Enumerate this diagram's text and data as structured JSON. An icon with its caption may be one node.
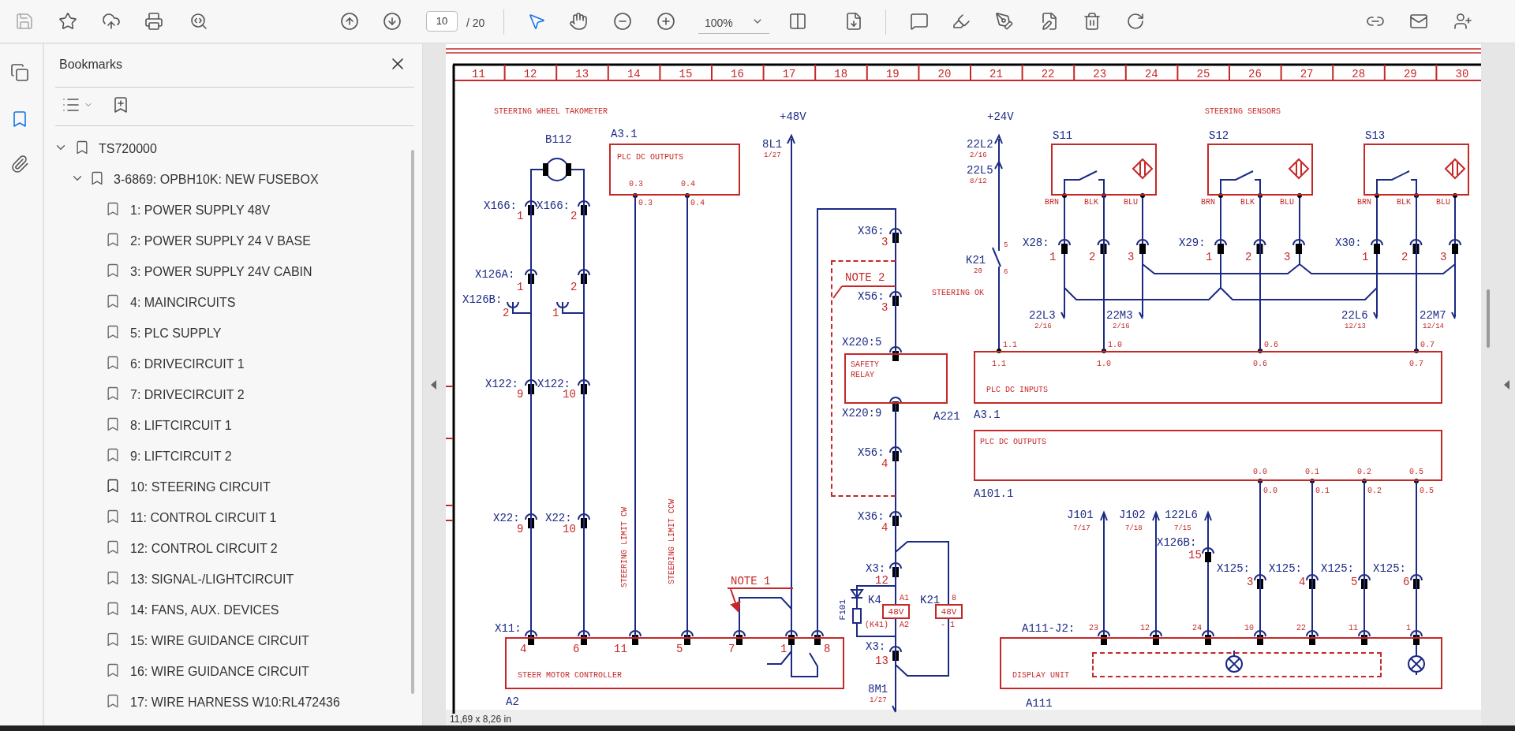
{
  "diagram": {
    "nodes": [
      {
        "text": [
          "A3.1",
          "PLC DC OUTPUTS"
        ]
      },
      {
        "text": [
          "B112"
        ]
      },
      {
        "text": [
          "S11"
        ]
      },
      {
        "text": [
          "S12"
        ]
      },
      {
        "text": [
          "S13"
        ]
      },
      {
        "text": [
          "NOTE 2"
        ]
      },
      {
        "text": [
          "SAFETY RELAY"
        ],
        "beside": [
          "A221"
        ]
      },
      {
        "text": [
          "PLC DC INPUTS"
        ],
        "beside": [
          "A3.1"
        ]
      },
      {
        "text": [
          "PLC DC OUTPUTS"
        ],
        "beside": [
          "A101.1"
        ]
      },
      {
        "text": [
          "48V"
        ],
        "beside": [
          "K4",
          "A1",
          "A2",
          "(K41)"
        ]
      },
      {
        "text": [
          "48V"
        ],
        "beside": [
          "K21",
          "8",
          "- 1"
        ]
      },
      {
        "text": [
          "STEER MOTOR CONTROLLER"
        ],
        "beside": [
          "A2"
        ]
      },
      {
        "text": [
          "DISPLAY UNIT"
        ],
        "beside": [
          "A111"
        ]
      },
      {
        "text": [],
        "shape": "box",
        "in": 12
      },
      {
        "text": [
          "NOTE 1"
        ]
      }
    ],
    "edges": [
      {
        "from": 1,
        "to": 11,
        "arrow": "none"
      },
      {
        "from": 1,
        "to": 11,
        "arrow": "none"
      },
      {
        "from": 0,
        "to": 11,
        "arrow": "none"
      },
      {
        "from": 0,
        "to": 11,
        "arrow": "none"
      },
      {
        "from": 11,
        "to": 6,
        "arrow": "none"
      },
      {
        "from": 6,
        "to": 9,
        "arrow": "none"
      },
      {
        "from": 2,
        "to": 7,
        "arrow": "none"
      },
      {
        "from": 3,
        "to": 7,
        "arrow": "none"
      },
      {
        "from": 4,
        "to": 7,
        "arrow": "none"
      },
      {
        "from": 8,
        "to": 12,
        "arrow": "none"
      },
      {
        "from": 8,
        "to": 12,
        "arrow": "none"
      },
      {
        "from": 8,
        "to": 12,
        "arrow": "none"
      },
      {
        "from": 8,
        "to": 12,
        "arrow": "none"
      },
      {
        "from": 14,
        "to": null,
        "arrow": "to",
        "color": "#c62828"
      },
      {
        "from": 9,
        "to": 10,
        "arrow": "none"
      },
      {
        "from": 9,
        "to": 10,
        "arrow": "none"
      }
    ],
    "labels": [
      "10",
      "/ 20",
      "100%",
      "Bookmarks",
      "TS720000",
      "3-6869: OPBH10K: NEW FUSEBOX",
      "1: POWER SUPPLY 48V",
      "2: POWER SUPPLY 24 V BASE",
      "3: POWER SUPPLY 24V CABIN",
      "4: MAINCIRCUITS",
      "5: PLC SUPPLY",
      "6: DRIVECIRCUIT 1",
      "7: DRIVECIRCUIT 2",
      "8: LIFTCIRCUIT 1",
      "9: LIFTCIRCUIT 2",
      "10: STEERING CIRCUIT",
      "11: CONTROL CIRCUIT 1",
      "12: CONTROL CIRCUIT 2",
      "13: SIGNAL-/LIGHTCIRCUIT",
      "14: FANS, AUX. DEVICES",
      "15: WIRE GUIDANCE CIRCUIT",
      "16: WIRE GUIDANCE CIRCUIT",
      "17: WIRE HARNESS W10:RL472436",
      "11,69 x 8,26 in",
      "11",
      "12",
      "13",
      "14",
      "15",
      "16",
      "17",
      "18",
      "19",
      "20",
      "21",
      "22",
      "23",
      "24",
      "25",
      "26",
      "27",
      "28",
      "29",
      "30",
      "STEERING WHEEL TAKOMETER",
      "+48V",
      "8L1",
      "1/27",
      "0.3",
      "0.4",
      "0.3",
      "0.4",
      "X166:",
      "1",
      "X166:",
      "2",
      "X126A:",
      "1",
      "X126B:",
      "2",
      "2",
      "1",
      "X122:",
      "9",
      "X122:",
      "10",
      "X22:",
      "9",
      "X22:",
      "10",
      "STEERING LIMIT CW",
      "STEERING LIMIT CCW",
      "X11:",
      "4",
      "6",
      "11",
      "5",
      "7",
      "1",
      "8",
      "X36:",
      "3",
      "X56:",
      "3",
      "X220:5",
      "STEERING OK",
      "X220:9",
      "X56:",
      "4",
      "X36:",
      "4",
      "X3:",
      "12",
      "F101",
      "X3:",
      "13",
      "8M1",
      "1/27",
      "+24V",
      "22L2",
      "2/16",
      "22L5",
      "8/12",
      "K21",
      "20",
      "5",
      "6",
      "STEERING SENSORS",
      "BRN",
      "BLK",
      "BLU",
      "BRN",
      "BLK",
      "BLU",
      "BRN",
      "BLK",
      "BLU",
      "X28:",
      "1",
      "2",
      "3",
      "X29:",
      "1",
      "2",
      "3",
      "X30:",
      "1",
      "2",
      "3",
      "22L3",
      "2/16",
      "22M3",
      "2/16",
      "22L6",
      "12/13",
      "22M7",
      "12/14",
      "1.1",
      "1.0",
      "0.6",
      "0.7",
      "1.1",
      "1.0",
      "0.6",
      "0.7",
      "0.0",
      "0.1",
      "0.2",
      "0.5",
      "0.0",
      "0.1",
      "0.2",
      "0.5",
      "J101",
      "7/17",
      "J102",
      "7/18",
      "122L6",
      "7/15",
      "X126B:",
      "15",
      "X125:",
      "3",
      "X125:",
      "4",
      "X125:",
      "5",
      "X125:",
      "6",
      "A111-J2:",
      "23",
      "12",
      "24",
      "10",
      "22",
      "11",
      "1"
    ]
  }
}
